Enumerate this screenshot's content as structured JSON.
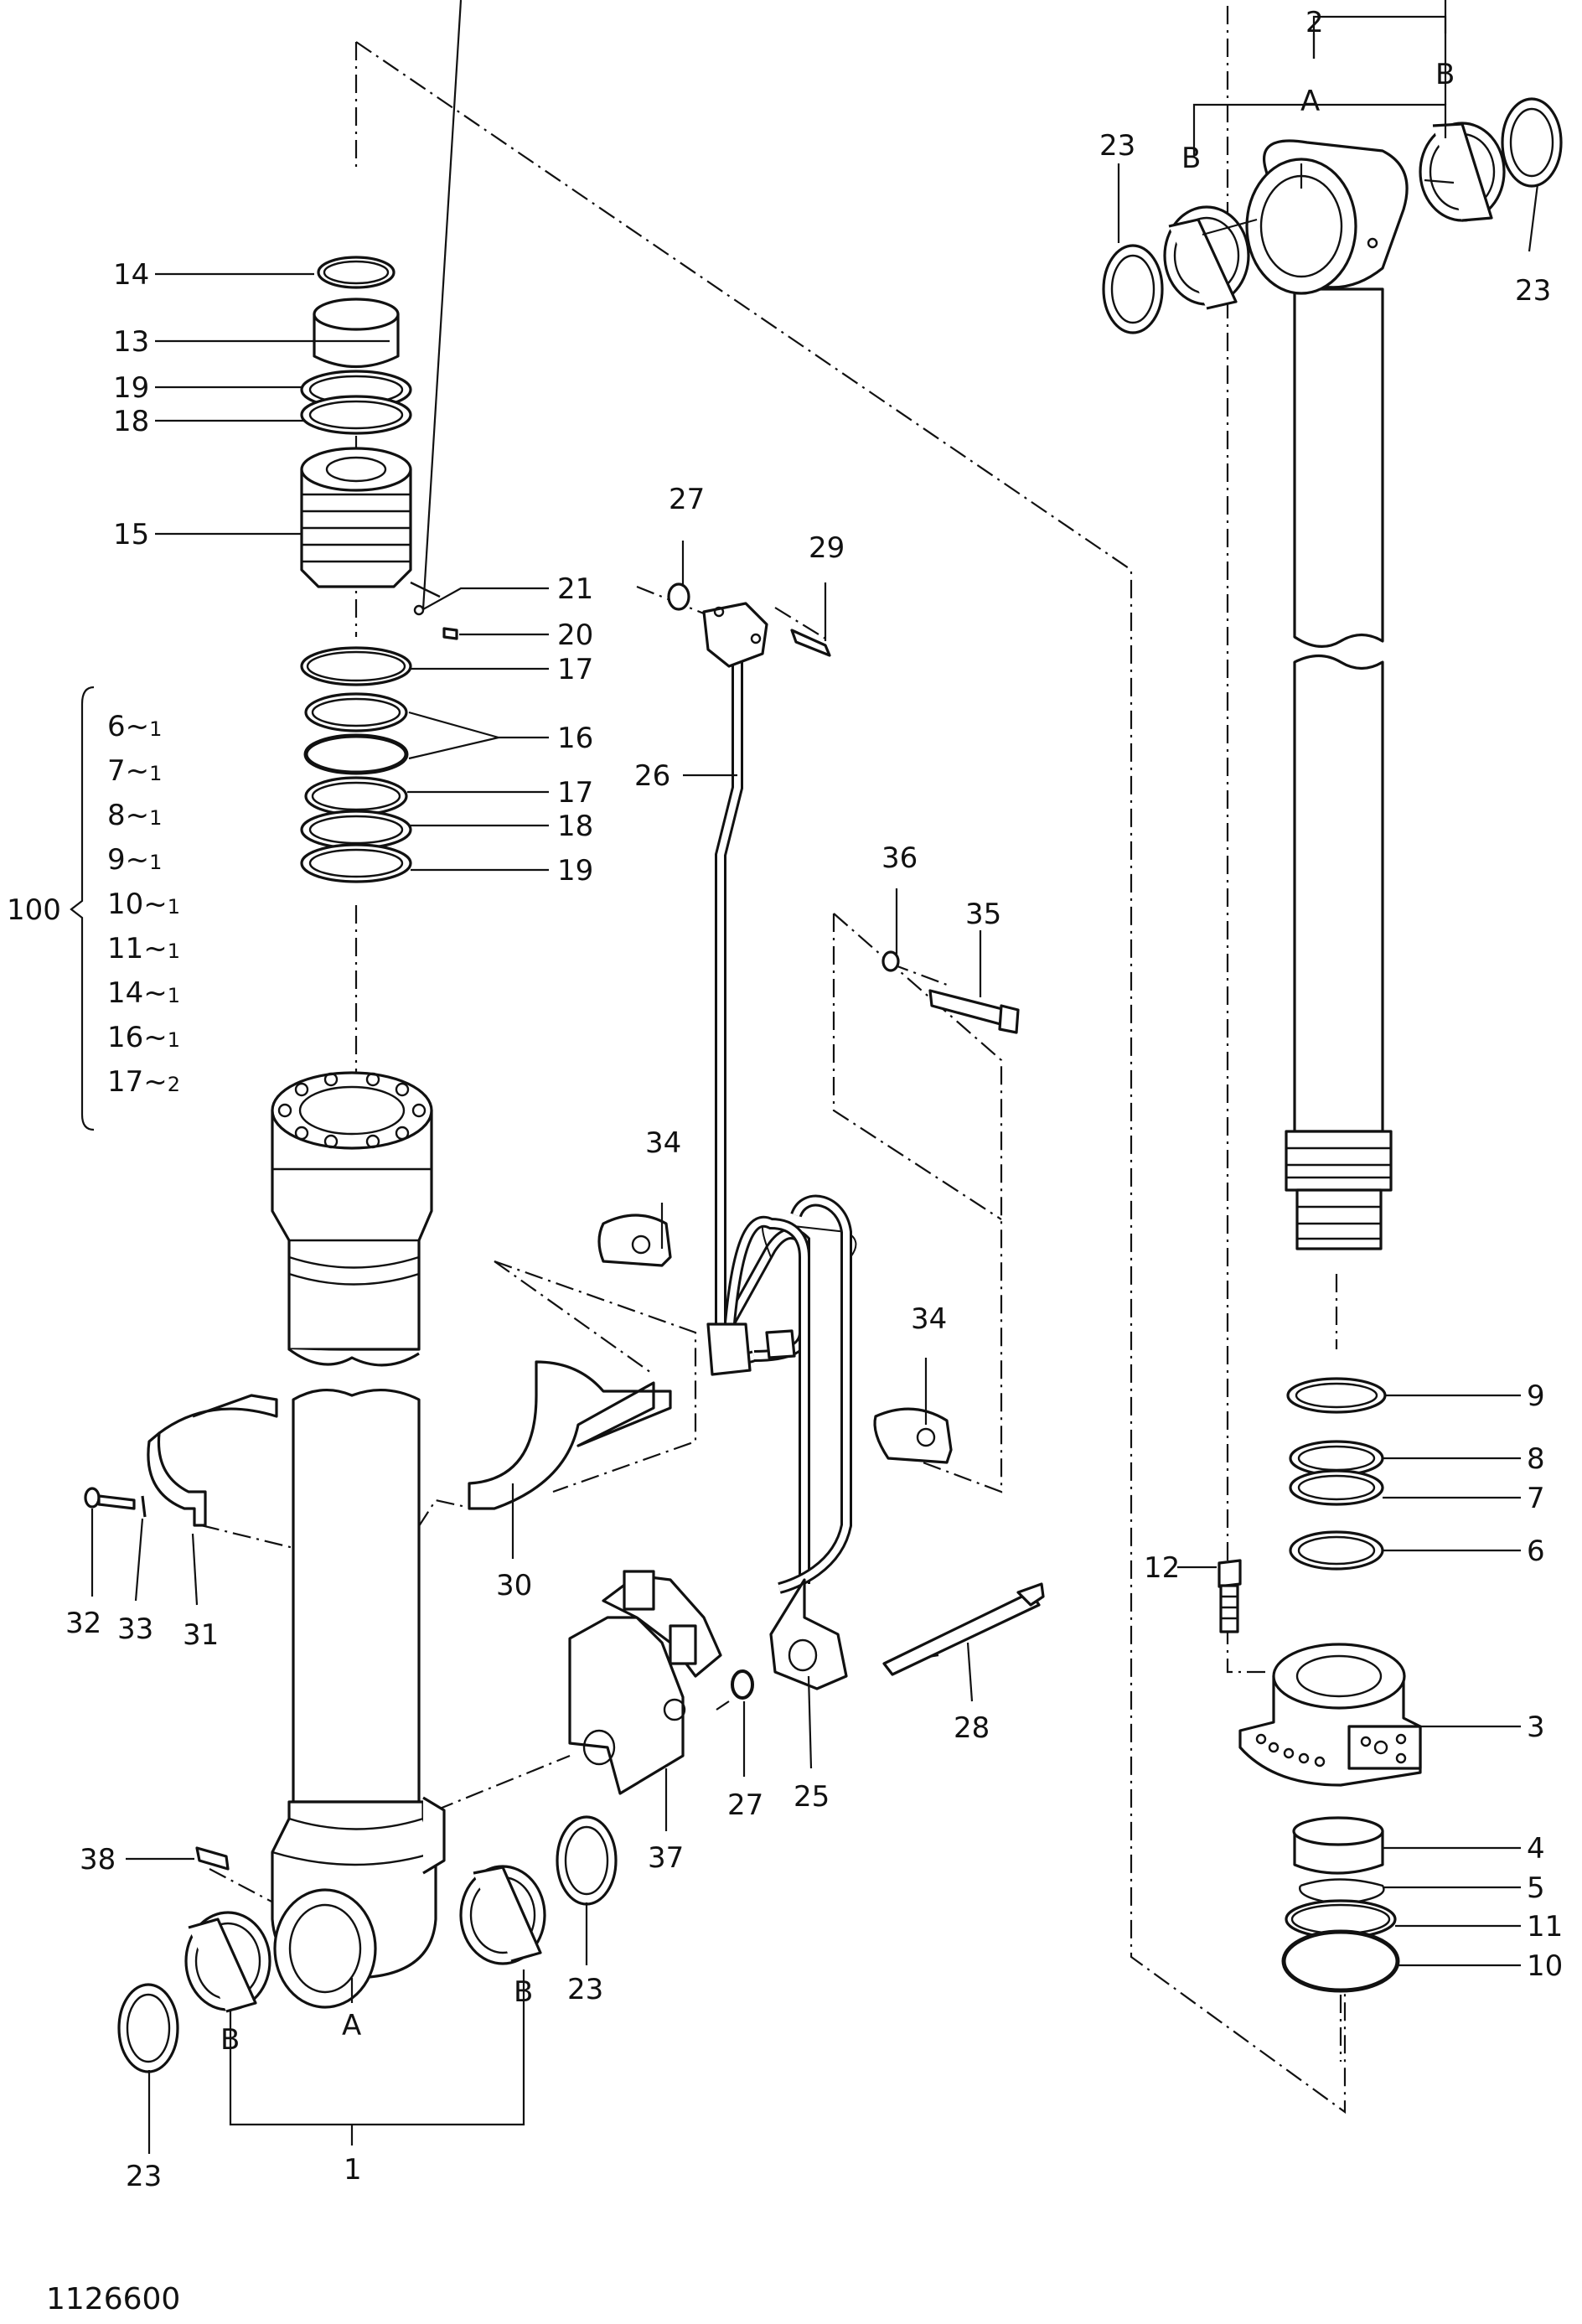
{
  "diagram": {
    "drawing_number": "1126600",
    "callouts": {
      "p1": "1",
      "p2": "2",
      "p3": "3",
      "p4": "4",
      "p5": "5",
      "p6": "6",
      "p7": "7",
      "p8": "8",
      "p9": "9",
      "p10": "10",
      "p11": "11",
      "p12": "12",
      "p13": "13",
      "p14": "14",
      "p15": "15",
      "p16": "16",
      "p17": "17",
      "p18": "18",
      "p19": "19",
      "p20": "20",
      "p21": "21",
      "p23": "23",
      "p25": "25",
      "p26": "26",
      "p27": "27",
      "p28": "28",
      "p29": "29",
      "p30": "30",
      "p31": "31",
      "p32": "32",
      "p33": "33",
      "p34": "34",
      "p35": "35",
      "p36": "36",
      "p37": "37",
      "p38": "38"
    },
    "sub_labels": {
      "a": "A",
      "b": "B"
    },
    "kit": {
      "number": "100",
      "items": [
        {
          "part": "6",
          "qty": "1"
        },
        {
          "part": "7",
          "qty": "1"
        },
        {
          "part": "8",
          "qty": "1"
        },
        {
          "part": "9",
          "qty": "1"
        },
        {
          "part": "10",
          "qty": "1"
        },
        {
          "part": "11",
          "qty": "1"
        },
        {
          "part": "14",
          "qty": "1"
        },
        {
          "part": "16",
          "qty": "1"
        },
        {
          "part": "17",
          "qty": "2"
        }
      ],
      "separator": "~"
    }
  }
}
